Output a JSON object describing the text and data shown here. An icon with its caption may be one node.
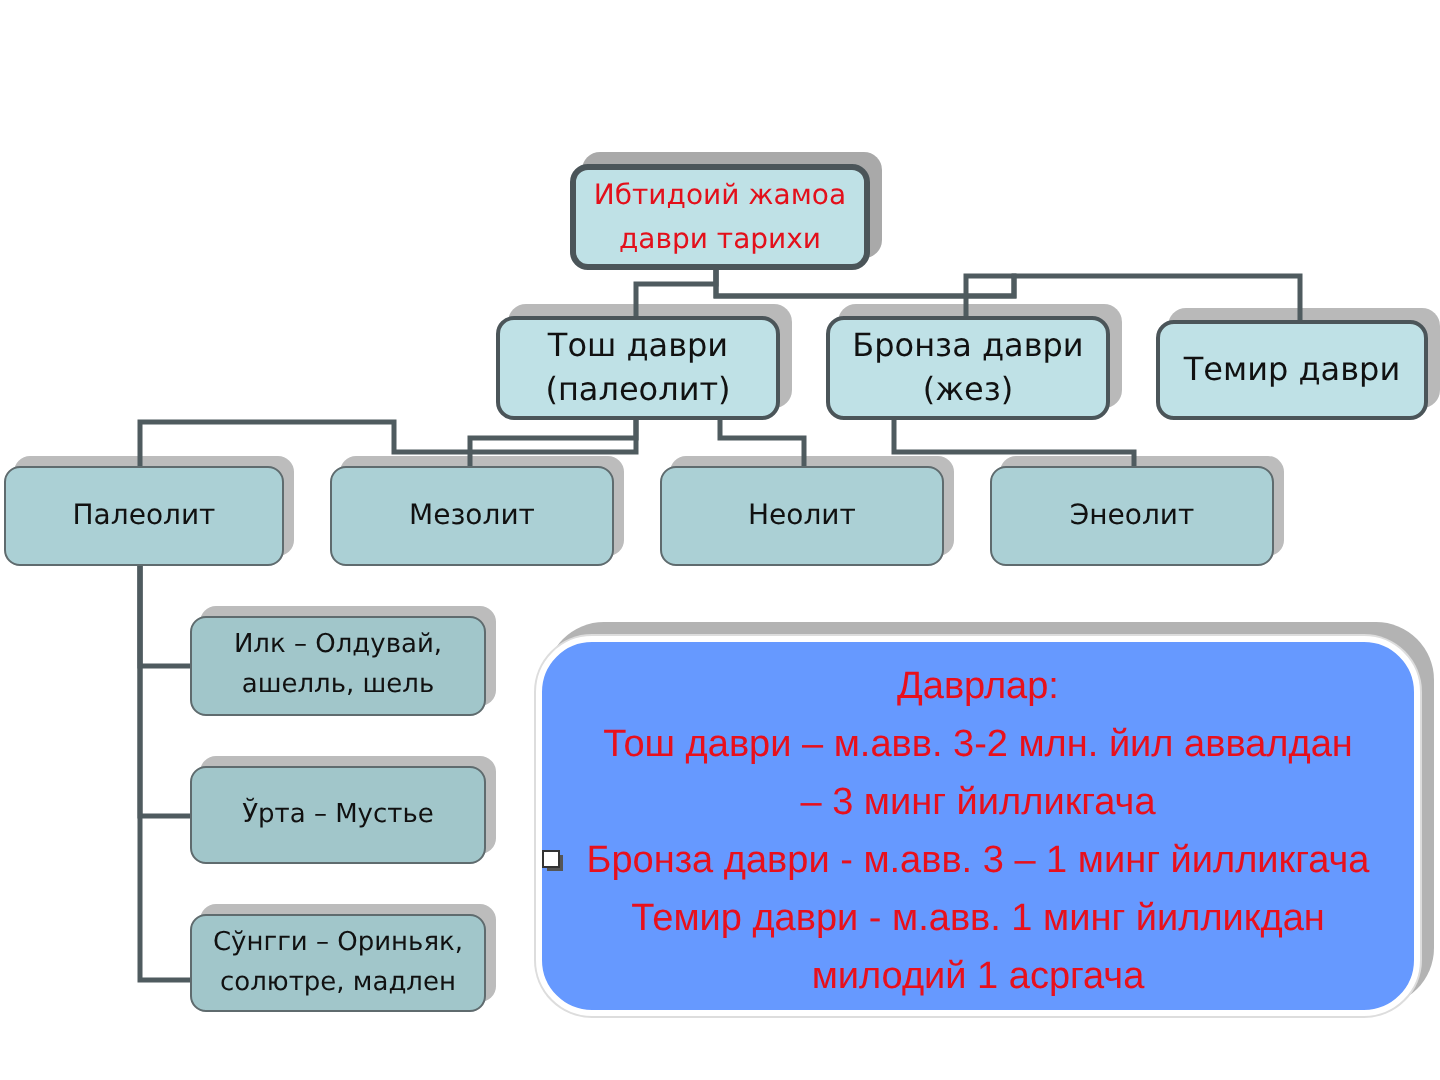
{
  "diagram": {
    "nodes": [
      {
        "text": [
          "Ибтидоий жамоа даври тарихи"
        ]
      },
      {
        "text": [
          "Тош даври (палеолит)"
        ]
      },
      {
        "text": [
          "Бронза даври (жез)"
        ]
      },
      {
        "text": [
          "Темир даври"
        ]
      },
      {
        "text": [
          "Палеолит"
        ]
      },
      {
        "text": [
          "Мезолит"
        ]
      },
      {
        "text": [
          "Неолит"
        ]
      },
      {
        "text": [
          "Энеолит"
        ]
      },
      {
        "text": [
          "Илк – Олдувай, ашелль, шель"
        ]
      },
      {
        "text": [
          "Ўрта – Мустье"
        ]
      },
      {
        "text": [
          "Сўнгги – Ориньяк, солютре, мадлен"
        ]
      },
      {
        "text": [
          "Даврлар:",
          "Тош даври – м.авв. 3-2 млн. йил аввалдан – 3 минг йилликгача",
          "Бронза даври - м.авв. 3 – 1 минг йилликгача",
          "Темир даври - м.авв. 1 минг йилликдан милодий 1 асргача"
        ]
      }
    ],
    "edges": [
      {
        "from": 0,
        "to": 1,
        "arrow": "none"
      },
      {
        "from": 0,
        "to": 2,
        "arrow": "none"
      },
      {
        "from": 0,
        "to": 3,
        "arrow": "none"
      },
      {
        "from": 1,
        "to": 4,
        "arrow": "none"
      },
      {
        "from": 1,
        "to": 5,
        "arrow": "none"
      },
      {
        "from": 1,
        "to": 6,
        "arrow": "none"
      },
      {
        "from": 2,
        "to": 7,
        "arrow": "none"
      },
      {
        "from": 4,
        "to": 8,
        "arrow": "none"
      },
      {
        "from": 4,
        "to": 9,
        "arrow": "none"
      },
      {
        "from": 4,
        "to": 10,
        "arrow": "none"
      }
    ]
  }
}
